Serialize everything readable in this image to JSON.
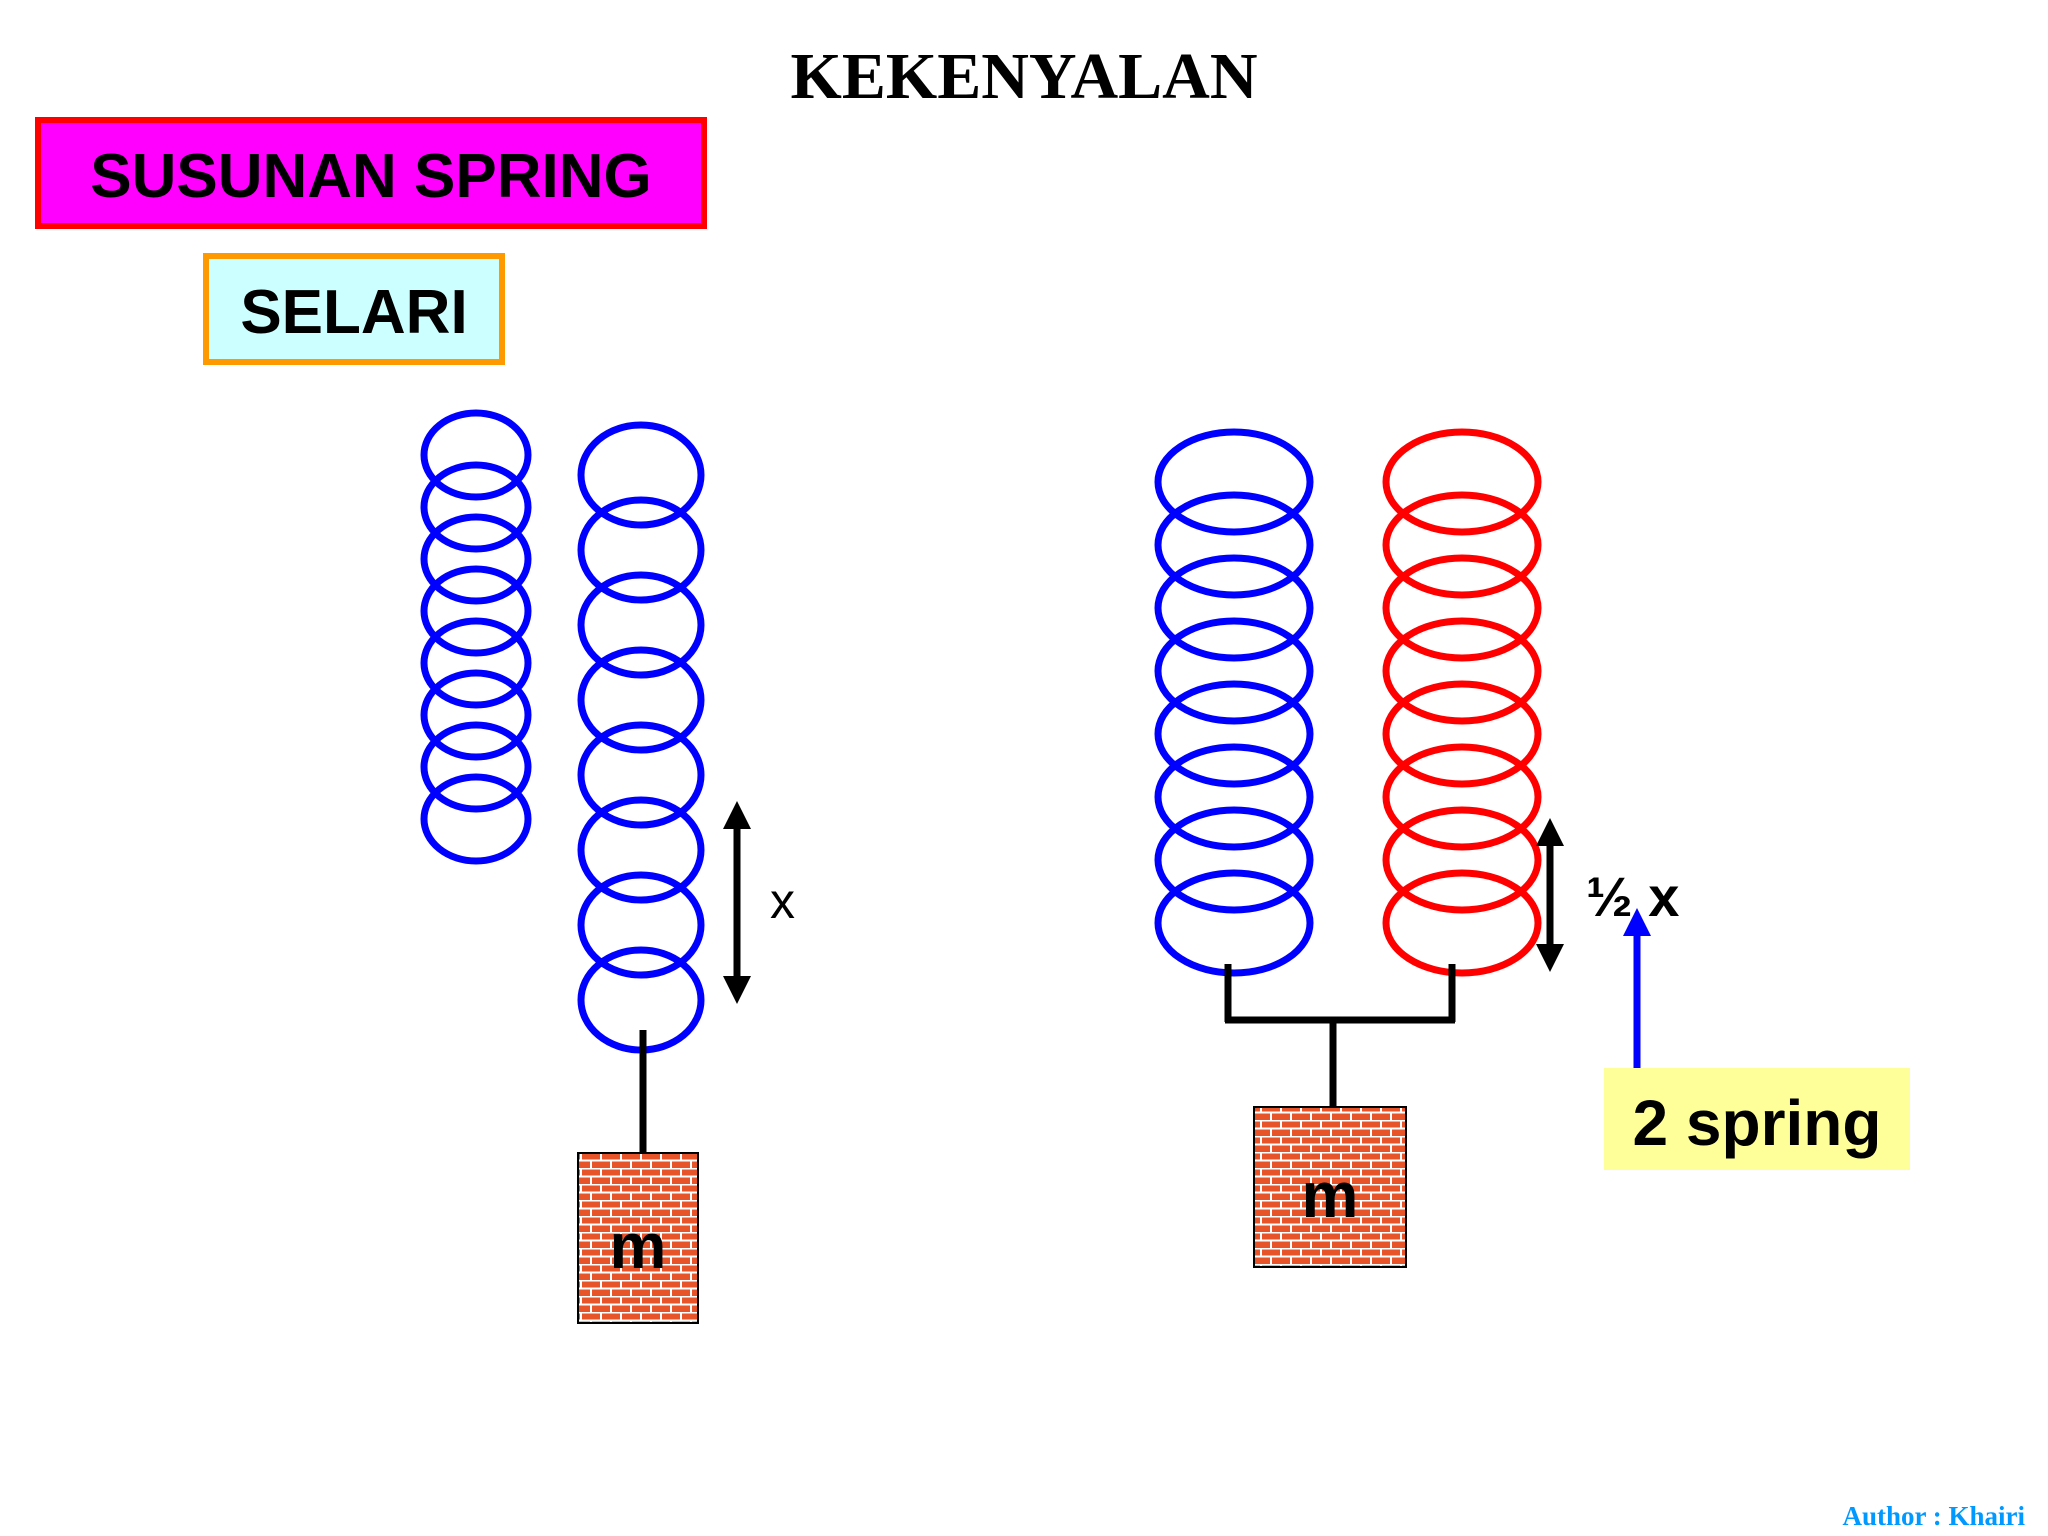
{
  "slide": {
    "title": "KEKENYALAN",
    "section_label": "SUSUNAN SPRING",
    "arrangement_label": "SELARI",
    "author": "Author : Khairi"
  },
  "left_setup": {
    "extension_label": "x",
    "mass_label": "m"
  },
  "right_setup": {
    "extension_label": "½ x",
    "mass_label": "m",
    "callout_label": "2 spring"
  },
  "colors": {
    "section_label_fill": "#ff00ff",
    "section_label_border": "#ff0000",
    "arrangement_label_fill": "#ccffff",
    "arrangement_label_border": "#ff9900",
    "spring_blue": "#0000ff",
    "spring_red": "#ff0000",
    "mass_fill": "#e8542a",
    "callout_fill": "#ffff99",
    "author_text": "#0099ff"
  }
}
